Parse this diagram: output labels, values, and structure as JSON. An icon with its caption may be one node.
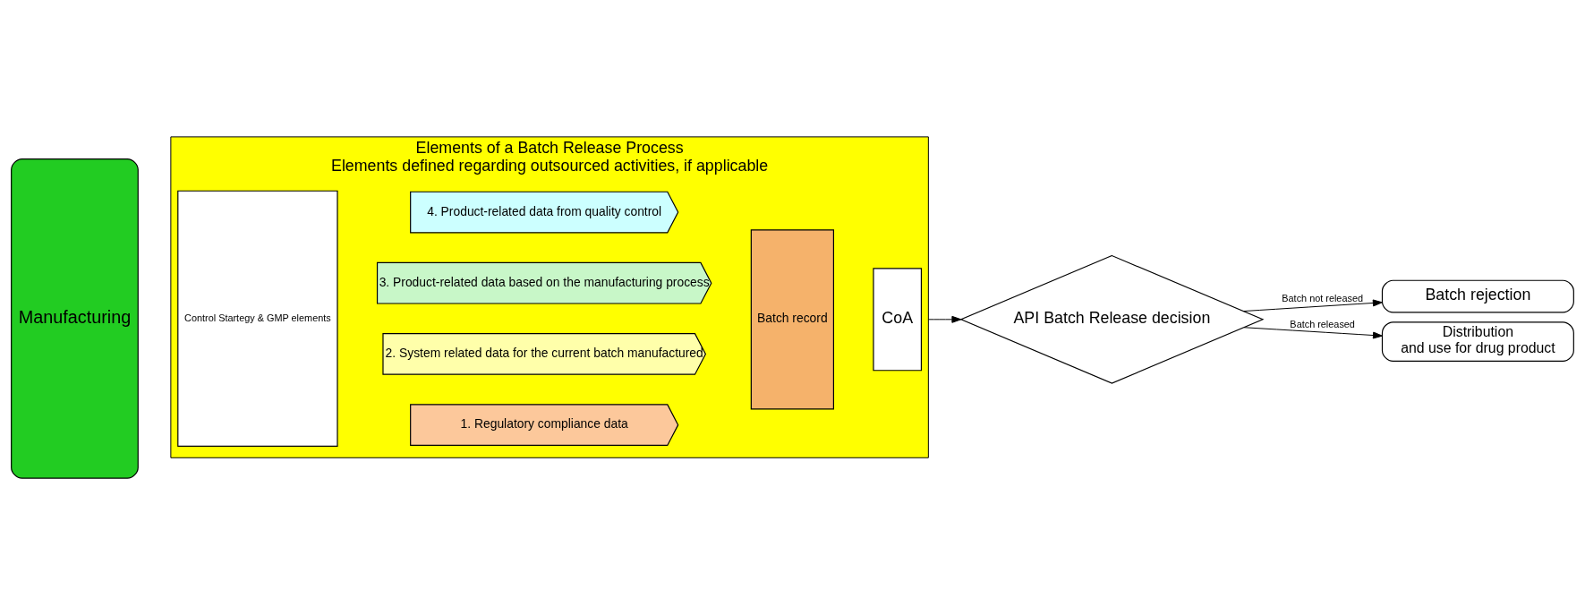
{
  "diagram": {
    "nodes": [
      {
        "text": [
          "Manufacturing"
        ]
      },
      {
        "text": [
          "Elements of a Batch Release Process",
          "Elements defined regarding outsourced activities, if applicable"
        ]
      },
      {
        "text": [
          "Control Startegy & GMP elements"
        ],
        "in": 1
      },
      {
        "text": [
          "1. Regulatory compliance data"
        ],
        "in": 1
      },
      {
        "text": [
          "2. System related data for the current batch manufactured"
        ],
        "in": 1
      },
      {
        "text": [
          "3. Product-related data based on the manufacturing process"
        ],
        "in": 1
      },
      {
        "text": [
          "4. Product-related data from quality control"
        ],
        "in": 1
      },
      {
        "text": [
          "Batch record"
        ],
        "in": 1
      },
      {
        "text": [
          "CoA"
        ],
        "in": 1
      },
      {
        "text": [
          "API Batch Release decision"
        ]
      },
      {
        "text": [
          "Batch rejection"
        ]
      },
      {
        "text": [
          "Distribution",
          "and use for drug product"
        ]
      }
    ],
    "edges": [
      {
        "from": 1,
        "to": 9,
        "arrow": "to"
      },
      {
        "from": 9,
        "to": 10,
        "arrow": "to",
        "label": "Batch not released"
      },
      {
        "from": 9,
        "to": 11,
        "arrow": "to",
        "label": "Batch released"
      }
    ]
  }
}
